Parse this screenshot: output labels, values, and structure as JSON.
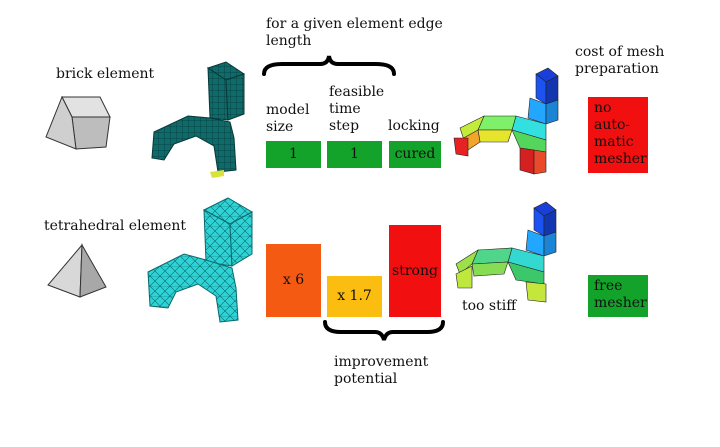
{
  "header": {
    "given_length": "for a given element edge length",
    "cost_label": "cost of mesh preparation",
    "improvement": "improvement potential"
  },
  "rows": {
    "brick_label": "brick element",
    "tet_label": "tetrahedral element"
  },
  "columns": {
    "model_size": "model size",
    "time_step": "feasible time step",
    "locking": "locking"
  },
  "brick_values": {
    "model_size": "1",
    "time_step": "1",
    "locking": "cured",
    "cost": "no auto-matic mesher"
  },
  "tet_values": {
    "model_size": "x 6",
    "time_step": "x 1.7",
    "locking": "strong",
    "too_stiff": "too stiff",
    "cost": "free mesher"
  },
  "bars": {
    "tet_model_size": 6,
    "tet_time_step": 1.7,
    "brick_reference": 1
  },
  "colors": {
    "good": "#13a32a",
    "bad": "#f20f0f",
    "medium": "#fbbd0f",
    "high": "#f55a12",
    "mesh_brick": "#0f6a6a",
    "mesh_tet": "#2ed3d6",
    "element_gray": "#c8c8c8"
  }
}
